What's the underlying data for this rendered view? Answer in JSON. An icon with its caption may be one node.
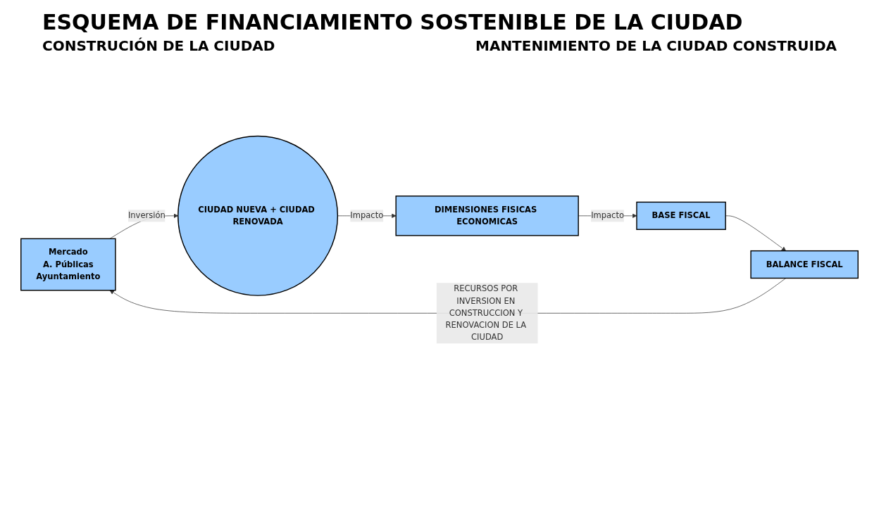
{
  "diagram": {
    "title": "ESQUEMA DE FINANCIAMIENTO SOSTENIBLE DE LA CIUDAD",
    "nodes": [
      {
        "text": [
          "Mercado",
          "A. Públicas",
          "Ayuntamiento"
        ]
      },
      {
        "text": [
          "CIUDAD NUEVA + CIUDAD RENOVADA"
        ]
      },
      {
        "text": [
          "DIMENSIONES FISICAS ECONOMICAS"
        ]
      },
      {
        "text": [
          "BASE FISCAL"
        ]
      },
      {
        "text": [
          "BALANCE FISCAL"
        ]
      }
    ],
    "edges": [
      {
        "from": 0,
        "to": 1,
        "arrow": "to",
        "label": "Inversión"
      },
      {
        "from": 1,
        "to": 2,
        "arrow": "to",
        "label": "Impacto"
      },
      {
        "from": 2,
        "to": 3,
        "arrow": "to",
        "label": "Impacto"
      },
      {
        "from": 3,
        "to": 4,
        "arrow": "to"
      },
      {
        "from": 4,
        "to": 0,
        "arrow": "to",
        "label": "RECURSOS POR INVERSION EN CONSTRUCCION Y RENOVACION DE LA CIUDAD"
      }
    ],
    "labels": [
      "CONSTRUCIÓN DE LA CIUDAD",
      "MANTENIMIENTO DE LA CIUDAD CONSTRUIDA"
    ]
  }
}
